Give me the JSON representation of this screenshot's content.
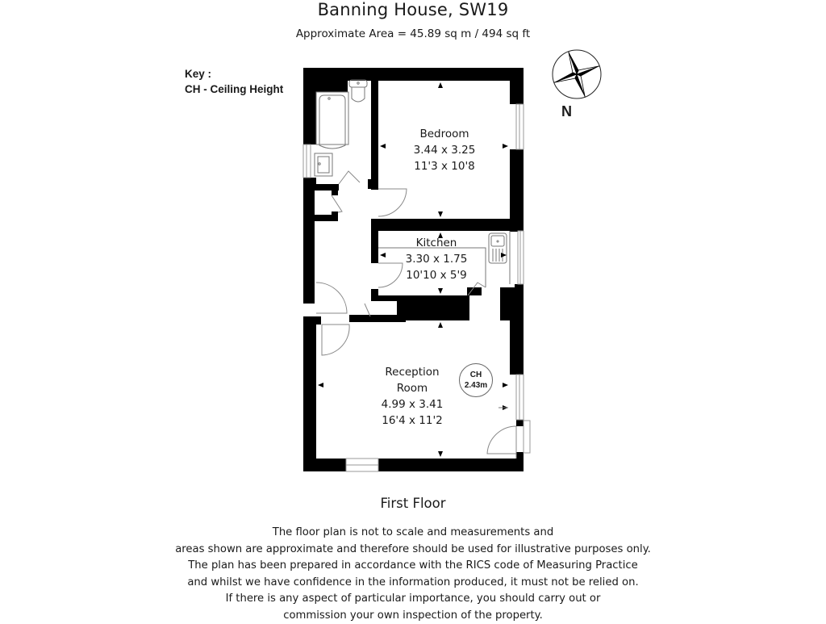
{
  "header": {
    "title": "Banning House, SW19",
    "area": "Approximate Area =  45.89 sq m / 494 sq ft"
  },
  "key": {
    "heading": "Key :",
    "items": [
      "CH - Ceiling Height"
    ]
  },
  "compass": {
    "icon": "compass-rose-icon",
    "label": "N"
  },
  "rooms": [
    {
      "name": "Bedroom",
      "metric": "3.44 x 3.25",
      "imperial": "11'3 x 10'8"
    },
    {
      "name": "Kitchen",
      "metric": "3.30 x 1.75",
      "imperial": "10'10 x 5'9"
    },
    {
      "name": "Reception\nRoom",
      "name_line1": "Reception",
      "name_line2": "Room",
      "metric": "4.99 x 3.41",
      "imperial": "16'4 x 11'2"
    }
  ],
  "ceiling_height": {
    "code": "CH",
    "value": "2.43m"
  },
  "floor_label": "First Floor",
  "disclaimer": [
    "The floor plan is not to scale and measurements and",
    "areas shown are approximate and therefore should be used for illustrative purposes only.",
    "The plan has been prepared in accordance with the RICS code of Measuring Practice",
    "and whilst we have confidence in the information produced, it must not be relied on.",
    "If there is any aspect of particular importance, you should carry out or",
    "commission your own inspection of the property."
  ],
  "colors": {
    "wall": "#000000",
    "line": "#888888",
    "background": "#ffffff"
  }
}
